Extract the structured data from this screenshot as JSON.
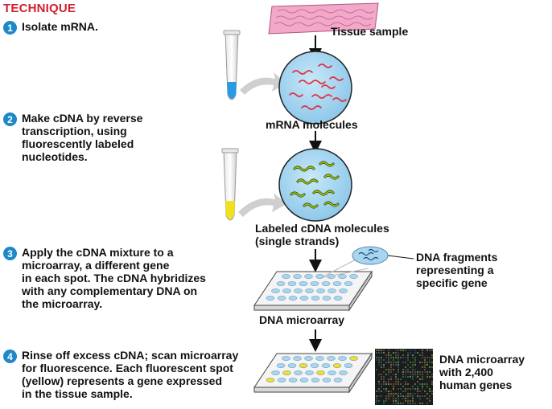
{
  "header": "TECHNIQUE",
  "steps": [
    {
      "num": "1",
      "text": "Isolate mRNA."
    },
    {
      "num": "2",
      "text": "Make cDNA by reverse\ntranscription, using\nfluorescently labeled\nnucleotides."
    },
    {
      "num": "3",
      "text": "Apply the cDNA mixture to a\nmicroarray, a different gene\nin each spot. The cDNA hybridizes\nwith any complementary DNA on\nthe microarray."
    },
    {
      "num": "4",
      "text": "Rinse off excess cDNA; scan microarray\nfor fluorescence. Each fluorescent spot\n(yellow) represents a gene expressed\nin the tissue sample."
    }
  ],
  "labels": {
    "tissue": "Tissue sample",
    "mrna": "mRNA molecules",
    "cdna": "Labeled cDNA molecules\n(single strands)",
    "fragments": "DNA fragments\nrepresenting a\nspecific gene",
    "microarray": "DNA microarray",
    "microarray_genes": "DNA microarray\nwith 2,400\nhuman genes"
  },
  "colors": {
    "header": "#d0202e",
    "step_circle": "#1e88c8",
    "dish": "#a8d6ef",
    "mrna_strand": "#e03040",
    "cdna_strand": "#9ac400",
    "tube_blue": "#2a9be0",
    "tube_yellow": "#f0e020",
    "spot_blue": "#a8d6ef",
    "spot_yellow": "#f0e020",
    "tissue": "#f2a8c8"
  }
}
